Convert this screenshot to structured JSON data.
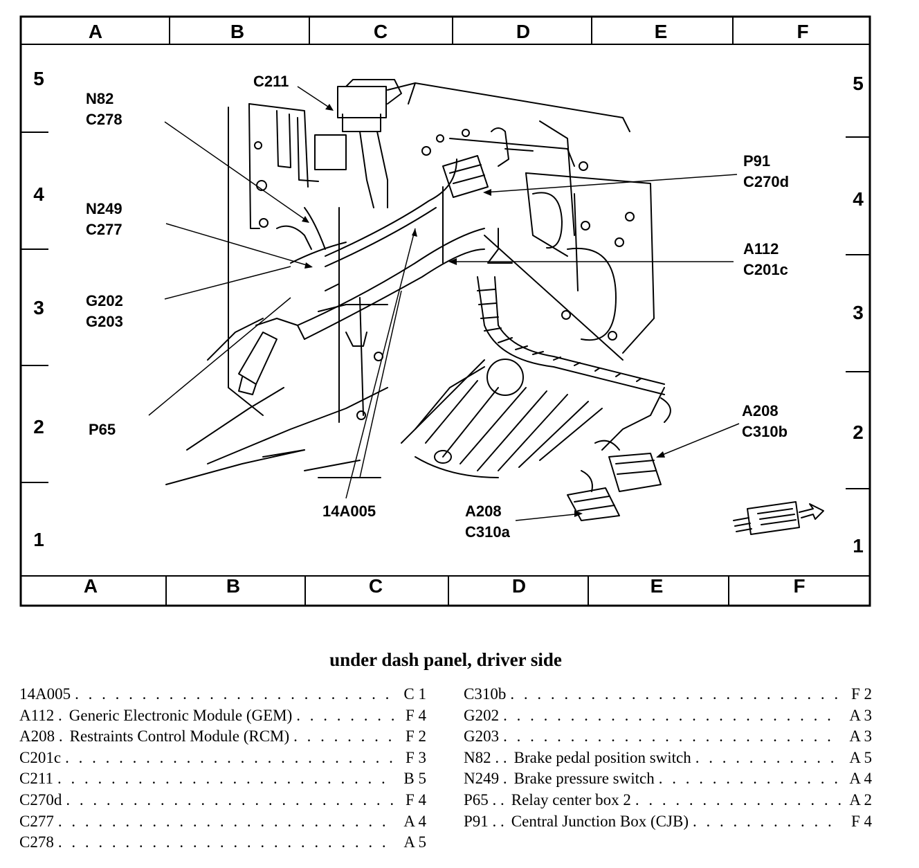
{
  "grid": {
    "columns": [
      "A",
      "B",
      "C",
      "D",
      "E",
      "F"
    ],
    "rows": [
      "5",
      "4",
      "3",
      "2",
      "1"
    ]
  },
  "callouts": [
    {
      "id": "c211",
      "lines": [
        "C211"
      ]
    },
    {
      "id": "n82",
      "lines": [
        "N82",
        "C278"
      ]
    },
    {
      "id": "n249",
      "lines": [
        "N249",
        "C277"
      ]
    },
    {
      "id": "g202",
      "lines": [
        "G202",
        "G203"
      ]
    },
    {
      "id": "p65",
      "lines": [
        "P65"
      ]
    },
    {
      "id": "14a005",
      "lines": [
        "14A005"
      ]
    },
    {
      "id": "a208a",
      "lines": [
        "A208",
        "C310a"
      ]
    },
    {
      "id": "p91",
      "lines": [
        "P91",
        "C270d"
      ]
    },
    {
      "id": "a112",
      "lines": [
        "A112",
        "C201c"
      ]
    },
    {
      "id": "a208b",
      "lines": [
        "A208",
        "C310b"
      ]
    }
  ],
  "caption": "under dash panel, driver side",
  "legend": {
    "left": [
      {
        "code": "14A005",
        "desc": "",
        "loc": "C 1"
      },
      {
        "code": "A112 .",
        "desc": "Generic Electronic Module (GEM)",
        "loc": "F 4"
      },
      {
        "code": "A208 .",
        "desc": "Restraints Control Module (RCM)",
        "loc": "F 2"
      },
      {
        "code": "C201c",
        "desc": "",
        "loc": "F 3"
      },
      {
        "code": "C211",
        "desc": "",
        "loc": "B 5"
      },
      {
        "code": "C270d",
        "desc": "",
        "loc": "F 4"
      },
      {
        "code": "C277",
        "desc": "",
        "loc": "A 4"
      },
      {
        "code": "C278",
        "desc": "",
        "loc": "A 5"
      }
    ],
    "right": [
      {
        "code": "C310b",
        "desc": "",
        "loc": "F 2"
      },
      {
        "code": "G202",
        "desc": "",
        "loc": "A 3"
      },
      {
        "code": "G203",
        "desc": "",
        "loc": "A 3"
      },
      {
        "code": "N82 . .",
        "desc": "Brake pedal position switch",
        "loc": "A 5"
      },
      {
        "code": "N249 .",
        "desc": "Brake pressure switch",
        "loc": "A 4"
      },
      {
        "code": "P65 . .",
        "desc": "Relay center box 2",
        "loc": "A 2"
      },
      {
        "code": "P91 . .",
        "desc": "Central Junction Box (CJB)",
        "loc": "F 4"
      }
    ]
  }
}
